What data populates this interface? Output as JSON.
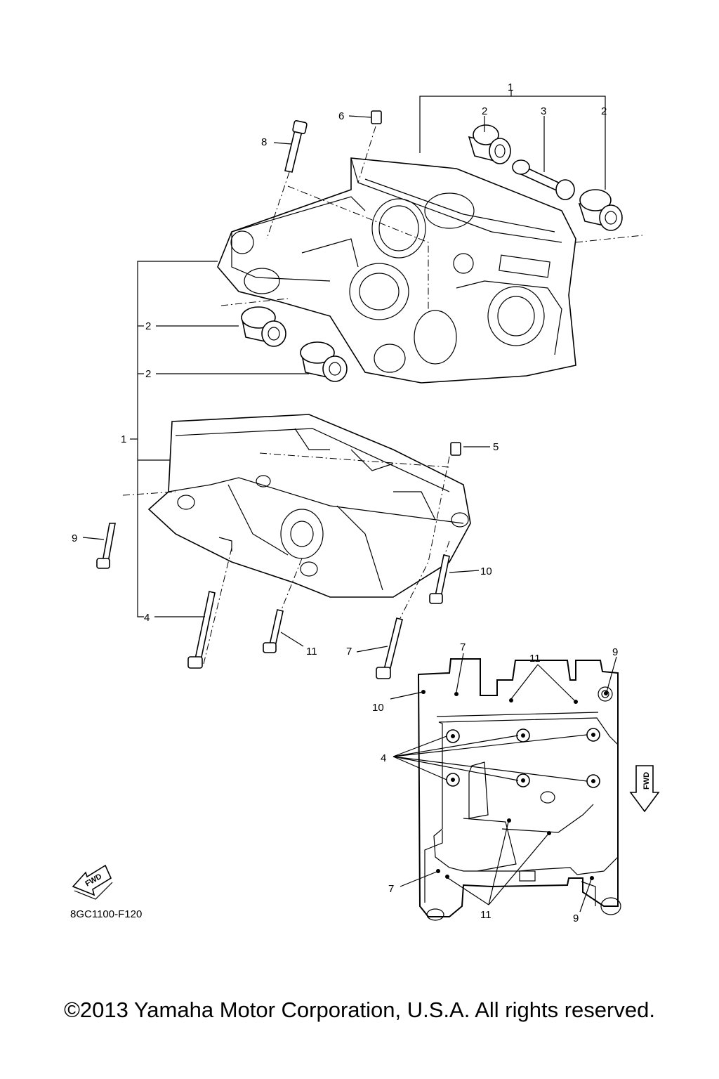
{
  "callouts": {
    "c1_top": "1",
    "c2_top_left": "2",
    "c3_top": "3",
    "c2_top_right": "2",
    "c6": "6",
    "c8": "8",
    "c2_mid_a": "2",
    "c2_mid_b": "2",
    "c1_left": "1",
    "c5": "5",
    "c9": "9",
    "c10": "10",
    "c4": "4",
    "c11": "11",
    "c7": "7"
  },
  "inset": {
    "c7_top": "7",
    "c11_top": "11",
    "c9_top": "9",
    "c10": "10",
    "c4": "4",
    "c7_bottom": "7",
    "c11_bottom": "11",
    "c9_bottom": "9",
    "fwd": "FWD"
  },
  "fwd_badge": "FWD",
  "drawing_code": "8GC1100-F120",
  "copyright": "©2013 Yamaha Motor Corporation, U.S.A. All rights reserved."
}
